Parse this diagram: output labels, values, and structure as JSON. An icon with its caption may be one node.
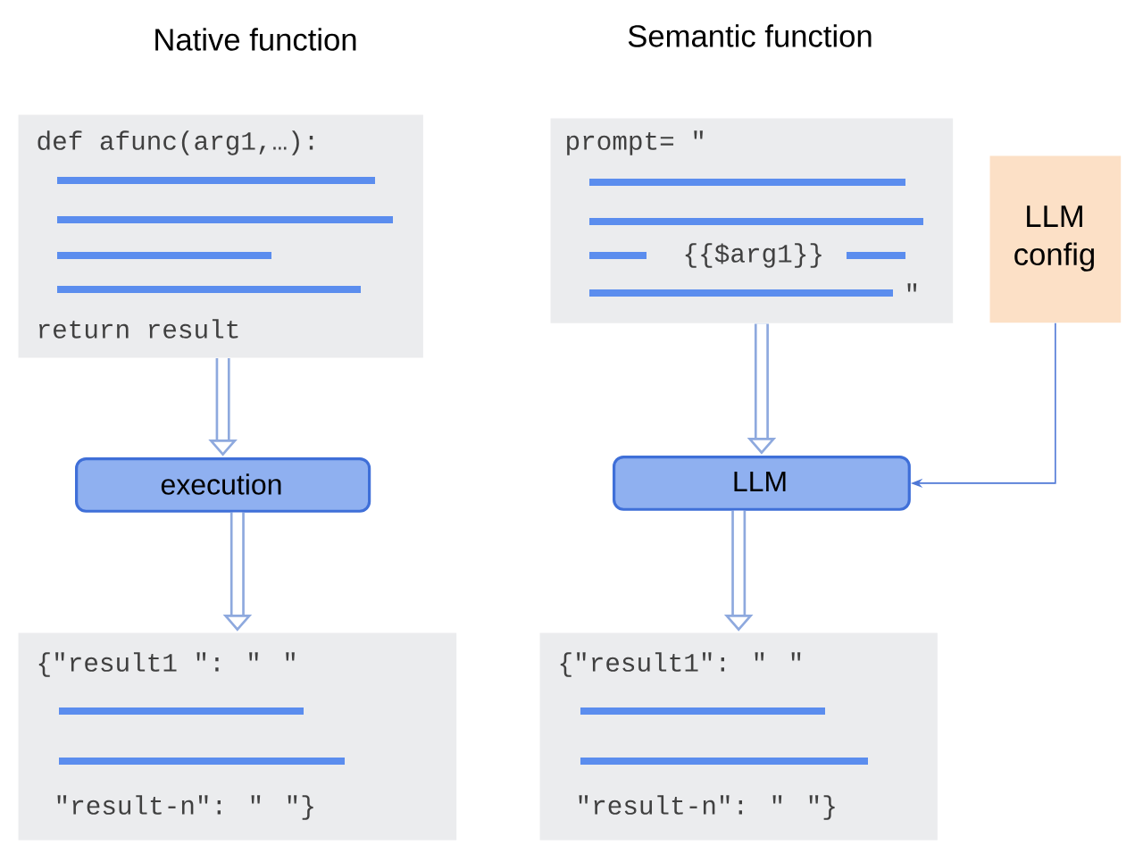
{
  "diagram": {
    "nodes": [
      {
        "text": [
          "def afunc(arg1,…):",
          "return result"
        ]
      },
      {
        "text": [
          "execution"
        ]
      },
      {
        "text": [
          "{\"result1 \": \" \"",
          "\"result-n\": \" \"}"
        ]
      },
      {
        "text": [
          "prompt= \"",
          "{{$arg1}}",
          "\""
        ]
      },
      {
        "text": [
          "LLM config"
        ]
      },
      {
        "text": [
          "LLM"
        ]
      },
      {
        "text": [
          "{\"result1\": \" \"",
          "\"result-n\": \" \"}"
        ]
      }
    ],
    "edges": [
      {
        "from": 0,
        "to": 1,
        "arrow": "to"
      },
      {
        "from": 1,
        "to": 2,
        "arrow": "to"
      },
      {
        "from": 3,
        "to": 5,
        "arrow": "to"
      },
      {
        "from": 5,
        "to": 6,
        "arrow": "to"
      },
      {
        "from": 4,
        "to": 5,
        "arrow": "to",
        "color": "#4f78d6"
      }
    ],
    "labels": [
      "Native function",
      "Semantic function"
    ]
  }
}
